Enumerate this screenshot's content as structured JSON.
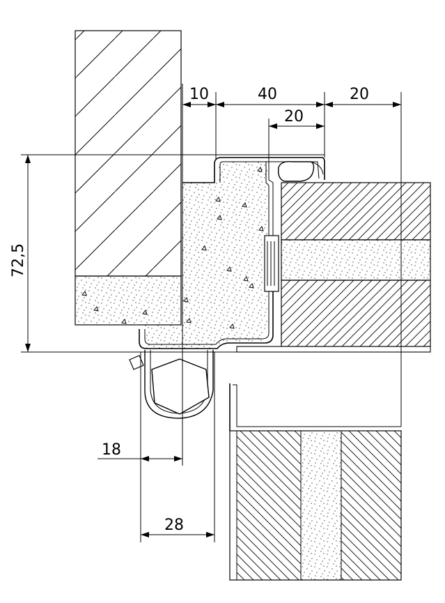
{
  "dimensions": {
    "d10": "10",
    "d40": "40",
    "d20_top": "20",
    "d20_mid": "20",
    "d72": "72,5",
    "d18": "18",
    "d28": "28"
  },
  "colors": {
    "line": "#000000",
    "background": "#ffffff"
  }
}
